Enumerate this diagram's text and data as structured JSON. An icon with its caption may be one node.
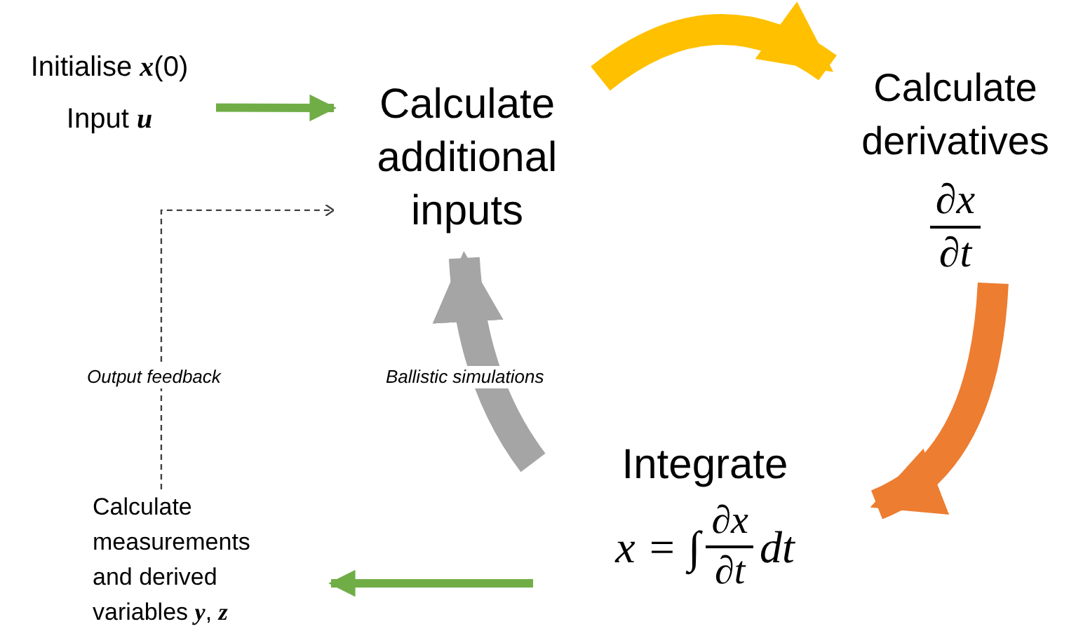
{
  "diagram": {
    "nodes": [
      {
        "text": [
          "Initialise **x**(0)",
          "Input **u**"
        ]
      },
      {
        "text": [
          "Calculate additional inputs"
        ]
      },
      {
        "text": [
          "Calculate derivatives",
          "∂x",
          "∂t"
        ]
      },
      {
        "text": [
          "Integrate",
          "x = ∫",
          "∂x",
          "∂t",
          "dt"
        ]
      },
      {
        "text": [
          "Calculate measurements and derived variables **y**, **z**"
        ]
      }
    ],
    "edges": [
      {
        "from": 0,
        "to": 1,
        "arrow": "to",
        "color": "#70ad47"
      },
      {
        "from": 1,
        "to": 2,
        "arrow": "to",
        "style": "thick",
        "color": "#ffc000"
      },
      {
        "from": 2,
        "to": 3,
        "arrow": "to",
        "style": "thick",
        "color": "#ed7d31"
      },
      {
        "from": 3,
        "to": 1,
        "arrow": "to",
        "style": "thick",
        "color": "#a5a5a5",
        "label": "Ballistic simulations"
      },
      {
        "from": 3,
        "to": 4,
        "arrow": "to",
        "color": "#70ad47"
      },
      {
        "from": 4,
        "to": 1,
        "arrow": "to",
        "style": "dashed",
        "color": "#404040",
        "label": "Output feedback"
      }
    ]
  }
}
